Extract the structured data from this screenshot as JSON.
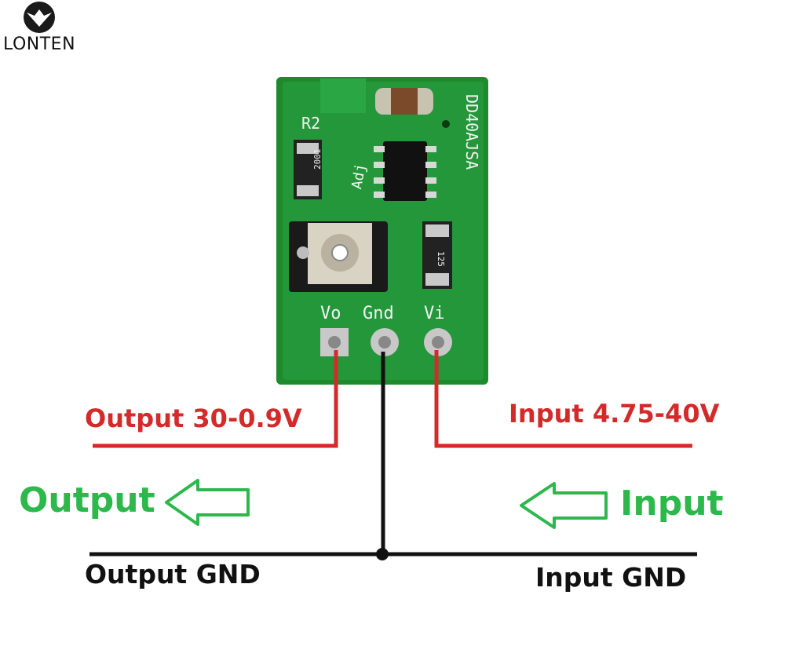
{
  "brand": {
    "name": "LONTEN"
  },
  "board": {
    "model": "DD40AJSA",
    "resistor_label": "R2",
    "adj_label": "Adj",
    "r2_code": "2001",
    "r_code": "125",
    "pins": [
      "Vo",
      "Gnd",
      "Vi"
    ]
  },
  "labels": {
    "output_range": "Output  30-0.9V",
    "input_range": "Input 4.75-40V",
    "output": "Output",
    "input": "Input",
    "output_gnd": "Output GND",
    "input_gnd": "Input GND"
  },
  "colors": {
    "board": "#1e8a2c",
    "red_wire": "#d42a2a",
    "ground_wire": "#111111",
    "arrow_green": "#2db84c"
  }
}
